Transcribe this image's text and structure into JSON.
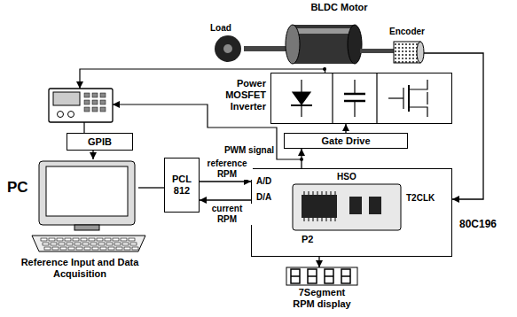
{
  "diagram": {
    "nodes": [
      {
        "text": [
          "BLDC Motor"
        ]
      },
      {
        "text": [
          "Power MOSFET Inverter"
        ]
      },
      {
        "text": [
          "Gate Drive"
        ]
      },
      {
        "text": [
          "GPIB"
        ]
      },
      {
        "text": [
          "PC",
          "Reference Input and Data Acquisition"
        ]
      },
      {
        "text": [
          "PCL 812"
        ]
      },
      {
        "text": [
          "HSO",
          "A/D",
          "D/A",
          "T2CLK",
          "P2",
          "80C196"
        ]
      },
      {
        "text": [
          "7Segment RPM display"
        ]
      }
    ],
    "edges": [
      {
        "from": 1,
        "to": 0,
        "arrow": "none"
      },
      {
        "from": 0,
        "to": 6,
        "arrow": "to"
      },
      {
        "from": 2,
        "to": 1,
        "arrow": "to"
      },
      {
        "from": 6,
        "to": 2,
        "label": "PWM signal",
        "arrow": "to"
      },
      {
        "from": 5,
        "to": 6,
        "label": "reference RPM",
        "arrow": "to"
      },
      {
        "from": 6,
        "to": 5,
        "label": "current RPM",
        "arrow": "to"
      },
      {
        "from": 6,
        "to": 7,
        "arrow": "to"
      },
      {
        "from": 3,
        "to": 4,
        "arrow": "to"
      },
      {
        "from": 4,
        "to": 5,
        "arrow": "none"
      }
    ],
    "labels": [
      "Load",
      "Encoder"
    ]
  }
}
